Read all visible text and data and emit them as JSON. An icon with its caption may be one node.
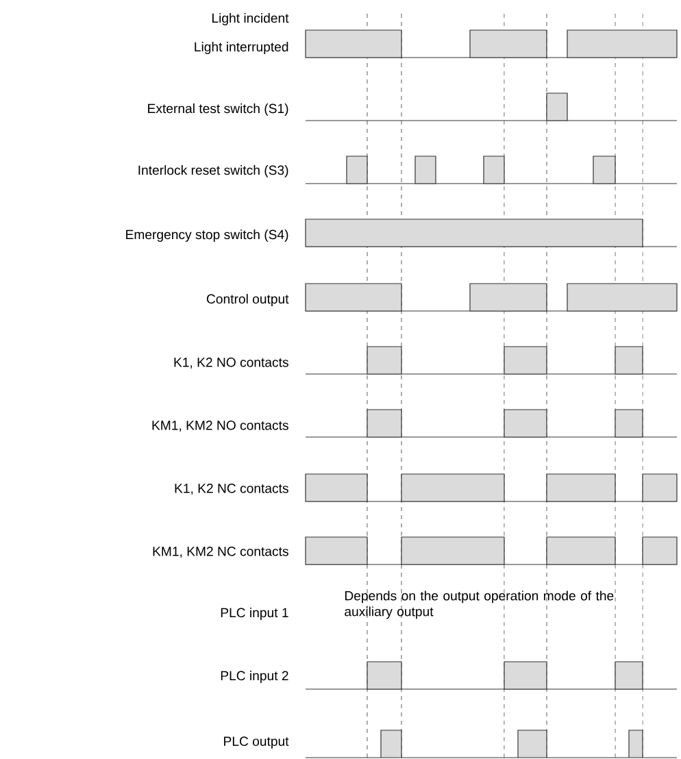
{
  "diagram": {
    "labels": [
      "Light incident",
      "Light interrupted",
      "External test switch (S1)",
      "Interlock reset switch (S3)",
      "Emergency stop switch (S4)",
      "Control output",
      "K1, K2 NO contacts",
      "KM1, KM2 NO contacts",
      "K1, K2 NC contacts",
      "KM1, KM2 NC contacts",
      "PLC input 1",
      "Depends on the output operation mode of the auxiliary output",
      "PLC input 2",
      "PLC output"
    ]
  }
}
